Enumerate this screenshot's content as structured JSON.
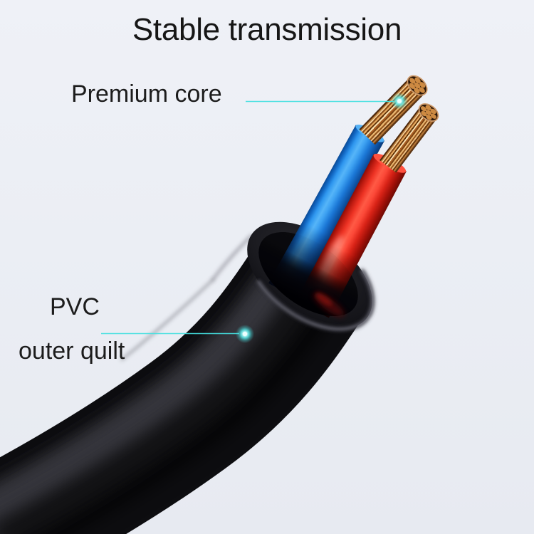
{
  "title": "Stable transmission",
  "labels": {
    "premium_core": "Premium core",
    "pvc_line1": "PVC",
    "pvc_line2": "outer quilt"
  },
  "colors": {
    "background": "#ebeef4",
    "title_text": "#161616",
    "label_text": "#1c1c1c",
    "callout": "#45e0e0",
    "sheath_black": "#0d0d10",
    "wire_blue": "#1f87e8",
    "wire_red": "#f03426",
    "copper": "#c9853f"
  }
}
